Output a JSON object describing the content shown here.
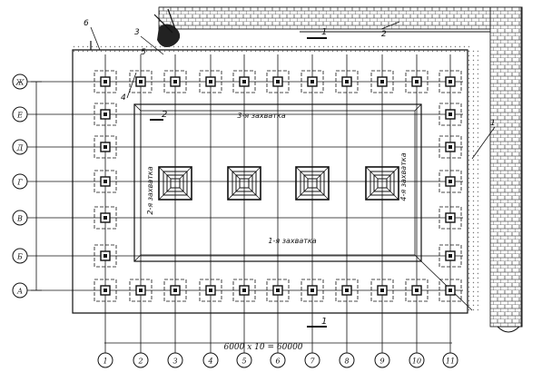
{
  "drawing": {
    "colors": {
      "ink": "#111111",
      "hatch": "#555555",
      "paper": "#ffffff"
    },
    "axis_numbers": [
      "1",
      "2",
      "3",
      "4",
      "5",
      "6",
      "7",
      "8",
      "9",
      "10",
      "11"
    ],
    "axis_letters": [
      "Ж",
      "Е",
      "Д",
      "Г",
      "В",
      "Б",
      "А"
    ],
    "overall_dimension": "6000 x 10 = 60000",
    "labels": {
      "zahvatka_top": "3-я захватка",
      "zahvatka_bottom": "1-я захватка",
      "zahvatka_left": "2-я захватка",
      "zahvatka_right": "4-я захватка",
      "section_mark": "1",
      "section_mark_2": "2",
      "callout_1": "1",
      "callout_2": "2",
      "callout_3": "3",
      "callout_4": "4",
      "callout_5": "5",
      "callout_6": "6"
    }
  }
}
